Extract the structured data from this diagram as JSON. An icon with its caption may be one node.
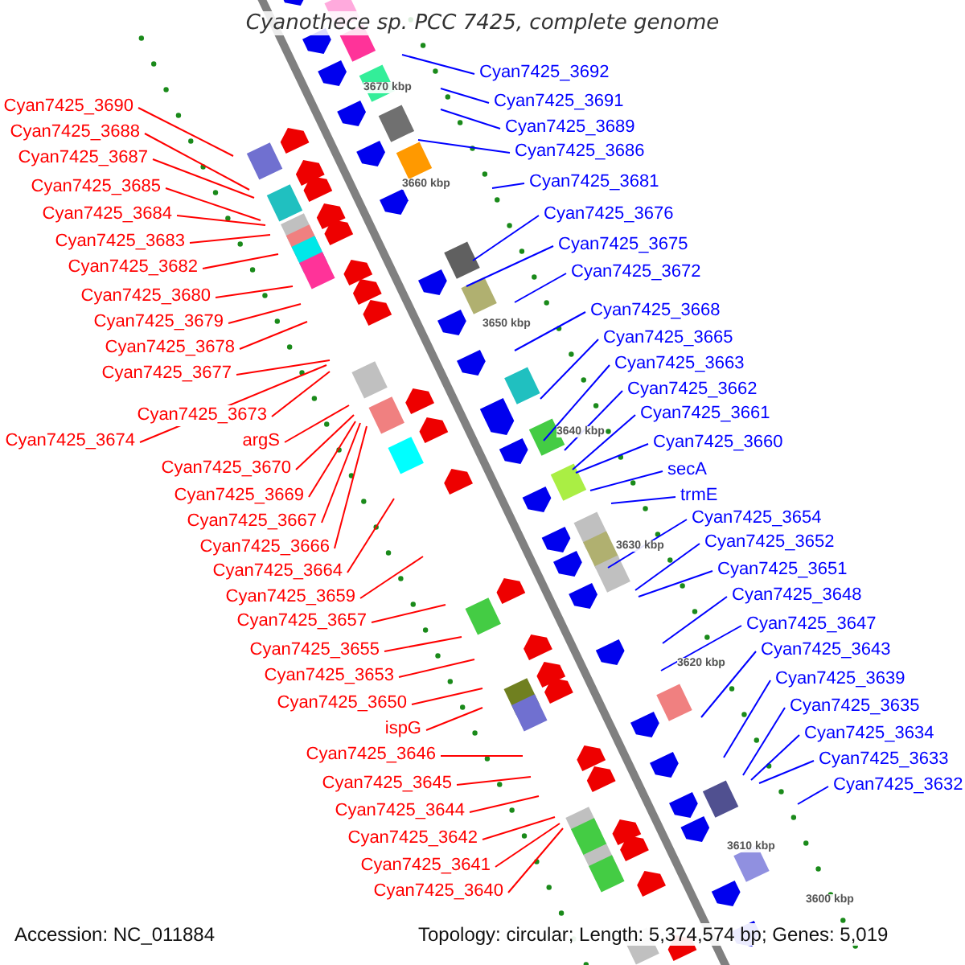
{
  "diagram": {
    "title": "Cyanothece sp. PCC 7425, complete genome",
    "nodes": [
      {
        "text": [
          "Cyan7425_3690"
        ]
      },
      {
        "text": [
          "Cyan7425_3688"
        ]
      },
      {
        "text": [
          "Cyan7425_3687"
        ]
      },
      {
        "text": [
          "Cyan7425_3685"
        ]
      },
      {
        "text": [
          "Cyan7425_3684"
        ]
      },
      {
        "text": [
          "Cyan7425_3683"
        ]
      },
      {
        "text": [
          "Cyan7425_3682"
        ]
      },
      {
        "text": [
          "Cyan7425_3680"
        ]
      },
      {
        "text": [
          "Cyan7425_3679"
        ]
      },
      {
        "text": [
          "Cyan7425_3678"
        ]
      },
      {
        "text": [
          "Cyan7425_3677"
        ]
      },
      {
        "text": [
          "Cyan7425_3673"
        ]
      },
      {
        "text": [
          "Cyan7425_3674"
        ]
      },
      {
        "text": [
          "argS"
        ]
      },
      {
        "text": [
          "Cyan7425_3670"
        ]
      },
      {
        "text": [
          "Cyan7425_3669"
        ]
      },
      {
        "text": [
          "Cyan7425_3667"
        ]
      },
      {
        "text": [
          "Cyan7425_3666"
        ]
      },
      {
        "text": [
          "Cyan7425_3664"
        ]
      },
      {
        "text": [
          "Cyan7425_3659"
        ]
      },
      {
        "text": [
          "Cyan7425_3657"
        ]
      },
      {
        "text": [
          "Cyan7425_3655"
        ]
      },
      {
        "text": [
          "Cyan7425_3653"
        ]
      },
      {
        "text": [
          "Cyan7425_3650"
        ]
      },
      {
        "text": [
          "ispG"
        ]
      },
      {
        "text": [
          "Cyan7425_3646"
        ]
      },
      {
        "text": [
          "Cyan7425_3645"
        ]
      },
      {
        "text": [
          "Cyan7425_3644"
        ]
      },
      {
        "text": [
          "Cyan7425_3642"
        ]
      },
      {
        "text": [
          "Cyan7425_3641"
        ]
      },
      {
        "text": [
          "Cyan7425_3640"
        ]
      },
      {
        "text": [
          "Cyan7425_3692"
        ]
      },
      {
        "text": [
          "Cyan7425_3691"
        ]
      },
      {
        "text": [
          "Cyan7425_3689"
        ]
      },
      {
        "text": [
          "Cyan7425_3686"
        ]
      },
      {
        "text": [
          "Cyan7425_3681"
        ]
      },
      {
        "text": [
          "Cyan7425_3676"
        ]
      },
      {
        "text": [
          "Cyan7425_3675"
        ]
      },
      {
        "text": [
          "Cyan7425_3672"
        ]
      },
      {
        "text": [
          "Cyan7425_3668"
        ]
      },
      {
        "text": [
          "Cyan7425_3665"
        ]
      },
      {
        "text": [
          "Cyan7425_3663"
        ]
      },
      {
        "text": [
          "Cyan7425_3662"
        ]
      },
      {
        "text": [
          "Cyan7425_3661"
        ]
      },
      {
        "text": [
          "Cyan7425_3660"
        ]
      },
      {
        "text": [
          "secA"
        ]
      },
      {
        "text": [
          "trmE"
        ]
      },
      {
        "text": [
          "Cyan7425_3654"
        ]
      },
      {
        "text": [
          "Cyan7425_3652"
        ]
      },
      {
        "text": [
          "Cyan7425_3651"
        ]
      },
      {
        "text": [
          "Cyan7425_3648"
        ]
      },
      {
        "text": [
          "Cyan7425_3647"
        ]
      },
      {
        "text": [
          "Cyan7425_3643"
        ]
      },
      {
        "text": [
          "Cyan7425_3639"
        ]
      },
      {
        "text": [
          "Cyan7425_3635"
        ]
      },
      {
        "text": [
          "Cyan7425_3634"
        ]
      },
      {
        "text": [
          "Cyan7425_3633"
        ]
      },
      {
        "text": [
          "Cyan7425_3632"
        ]
      }
    ],
    "edges": [
      {
        "from": 0,
        "to": null,
        "arrow": "none"
      },
      {
        "from": 1,
        "to": null,
        "arrow": "none"
      },
      {
        "from": 2,
        "to": null,
        "arrow": "none"
      },
      {
        "from": 3,
        "to": null,
        "arrow": "none"
      },
      {
        "from": 4,
        "to": null,
        "arrow": "none"
      },
      {
        "from": 5,
        "to": null,
        "arrow": "none"
      },
      {
        "from": 6,
        "to": null,
        "arrow": "none"
      },
      {
        "from": 7,
        "to": null,
        "arrow": "none"
      },
      {
        "from": 8,
        "to": null,
        "arrow": "none"
      },
      {
        "from": 9,
        "to": null,
        "arrow": "none"
      },
      {
        "from": 10,
        "to": null,
        "arrow": "none"
      },
      {
        "from": 11,
        "to": null,
        "arrow": "none"
      },
      {
        "from": 12,
        "to": null,
        "arrow": "none"
      },
      {
        "from": 13,
        "to": null,
        "arrow": "none"
      },
      {
        "from": 14,
        "to": null,
        "arrow": "none"
      },
      {
        "from": 15,
        "to": null,
        "arrow": "none"
      },
      {
        "from": 16,
        "to": null,
        "arrow": "none"
      },
      {
        "from": 17,
        "to": null,
        "arrow": "none"
      },
      {
        "from": 18,
        "to": null,
        "arrow": "none"
      },
      {
        "from": 19,
        "to": null,
        "arrow": "none"
      },
      {
        "from": 20,
        "to": null,
        "arrow": "none"
      },
      {
        "from": 21,
        "to": null,
        "arrow": "none"
      },
      {
        "from": 22,
        "to": null,
        "arrow": "none"
      },
      {
        "from": 23,
        "to": null,
        "arrow": "none"
      },
      {
        "from": 24,
        "to": null,
        "arrow": "none"
      },
      {
        "from": 25,
        "to": null,
        "arrow": "none"
      },
      {
        "from": 26,
        "to": null,
        "arrow": "none"
      },
      {
        "from": 27,
        "to": null,
        "arrow": "none"
      },
      {
        "from": 28,
        "to": null,
        "arrow": "none"
      },
      {
        "from": 29,
        "to": null,
        "arrow": "none"
      },
      {
        "from": 30,
        "to": null,
        "arrow": "none"
      },
      {
        "from": 31,
        "to": null,
        "arrow": "none",
        "color": "#0000ff"
      },
      {
        "from": 32,
        "to": null,
        "arrow": "none",
        "color": "#0000ff"
      },
      {
        "from": 33,
        "to": null,
        "arrow": "none",
        "color": "#0000ff"
      },
      {
        "from": 34,
        "to": null,
        "arrow": "none",
        "color": "#0000ff"
      },
      {
        "from": 35,
        "to": null,
        "arrow": "none",
        "color": "#0000ff"
      },
      {
        "from": 36,
        "to": null,
        "arrow": "none",
        "color": "#0000ff"
      },
      {
        "from": 37,
        "to": null,
        "arrow": "none",
        "color": "#0000ff"
      },
      {
        "from": 38,
        "to": null,
        "arrow": "none",
        "color": "#0000ff"
      },
      {
        "from": 39,
        "to": null,
        "arrow": "none",
        "color": "#0000ff"
      },
      {
        "from": 40,
        "to": null,
        "arrow": "none",
        "color": "#0000ff"
      },
      {
        "from": 41,
        "to": null,
        "arrow": "none",
        "color": "#0000ff"
      },
      {
        "from": 42,
        "to": null,
        "arrow": "none",
        "color": "#0000ff"
      },
      {
        "from": 43,
        "to": null,
        "arrow": "none",
        "color": "#0000ff"
      },
      {
        "from": 44,
        "to": null,
        "arrow": "none",
        "color": "#0000ff"
      },
      {
        "from": 45,
        "to": null,
        "arrow": "none",
        "color": "#0000ff"
      },
      {
        "from": 46,
        "to": null,
        "arrow": "none",
        "color": "#0000ff"
      },
      {
        "from": 47,
        "to": null,
        "arrow": "none",
        "color": "#0000ff"
      },
      {
        "from": 48,
        "to": null,
        "arrow": "none",
        "color": "#0000ff"
      },
      {
        "from": 49,
        "to": null,
        "arrow": "none",
        "color": "#0000ff"
      },
      {
        "from": 50,
        "to": null,
        "arrow": "none",
        "color": "#0000ff"
      },
      {
        "from": 51,
        "to": null,
        "arrow": "none",
        "color": "#0000ff"
      },
      {
        "from": 52,
        "to": null,
        "arrow": "none",
        "color": "#0000ff"
      },
      {
        "from": 53,
        "to": null,
        "arrow": "none",
        "color": "#0000ff"
      },
      {
        "from": 54,
        "to": null,
        "arrow": "none",
        "color": "#0000ff"
      },
      {
        "from": 55,
        "to": null,
        "arrow": "none",
        "color": "#0000ff"
      },
      {
        "from": 56,
        "to": null,
        "arrow": "none",
        "color": "#0000ff"
      },
      {
        "from": 57,
        "to": null,
        "arrow": "none",
        "color": "#0000ff"
      }
    ],
    "labels": [
      "3670 kbp",
      "3660 kbp",
      "3650 kbp",
      "3640 kbp",
      "3630 kbp",
      "3620 kbp",
      "3610 kbp",
      "3600 kbp",
      "Accession: NC_011884",
      "Topology: circular; Length: 5,374,574 bp; Genes: 5,019"
    ]
  }
}
